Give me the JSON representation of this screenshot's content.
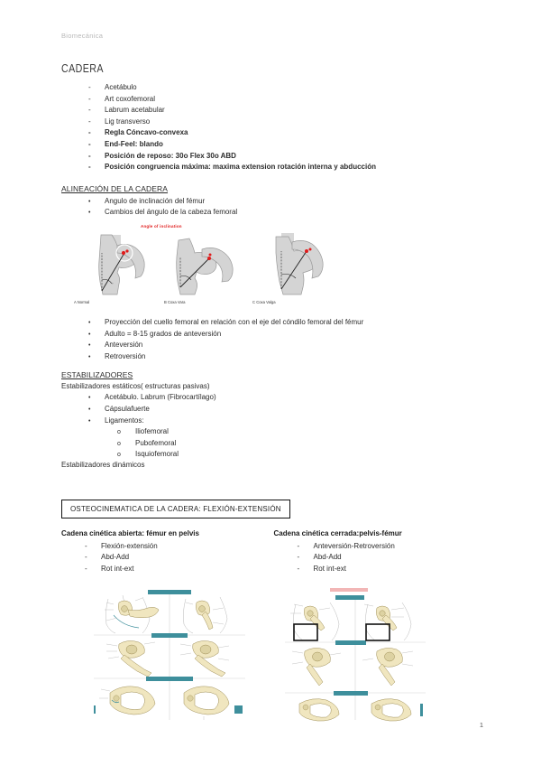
{
  "document": {
    "header": "Biomecánica",
    "page_number": "1"
  },
  "sections": {
    "cadera": {
      "title": "CADERA",
      "items": [
        {
          "marker": "-",
          "text": "Acetábulo",
          "bold": false
        },
        {
          "marker": "-",
          "text": "Art coxofemoral",
          "bold": false
        },
        {
          "marker": "-",
          "text": "Labrum acetabular",
          "bold": false
        },
        {
          "marker": "-",
          "text": "Lig transverso",
          "bold": false
        },
        {
          "marker": "-",
          "text": "Regla Cóncavo-convexa",
          "bold": true
        },
        {
          "marker": "-",
          "text": "End-Feel: blando",
          "bold": true
        },
        {
          "marker": "-",
          "text": "Posición de reposo: 30o Flex 30o ABD",
          "bold": true
        },
        {
          "marker": "-",
          "text": "Posición congruencia máxima: maxima extension rotación interna y abducción",
          "bold": true
        }
      ]
    },
    "alineacion": {
      "title": "ALINEACIÓN DE LA CADERA",
      "items": [
        {
          "marker": "•",
          "text": "Angulo de inclinación del fémur"
        },
        {
          "marker": "•",
          "text": "Cambios del ángulo de la cabeza femoral"
        }
      ],
      "figure": {
        "caption": "Angle of inclination",
        "caption_color": "#e01b1b",
        "panels": [
          {
            "label": "A Normal"
          },
          {
            "label": "B Coxa Vara"
          },
          {
            "label": "C Coxa Valga"
          }
        ]
      },
      "items_after": [
        {
          "marker": "•",
          "text": "Proyección del cuello femoral en relación con el eje del cóndilo femoral del fémur"
        },
        {
          "marker": "•",
          "text": "Adulto = 8-15 grados de anteversión"
        },
        {
          "marker": "•",
          "text": "Anteversión"
        },
        {
          "marker": "•",
          "text": "Retroversión"
        }
      ]
    },
    "estabilizadores": {
      "title": "ESTABILIZADORES",
      "subtitle": "Estabilizadores estáticos( estructuras pasivas)",
      "items": [
        {
          "marker": "•",
          "text": "Acetábulo. Labrum (Fibrocartílago)"
        },
        {
          "marker": "•",
          "text": "Cápsulafuerte"
        },
        {
          "marker": "•",
          "text": "Ligamentos:"
        }
      ],
      "ligaments": [
        {
          "marker": "o",
          "text": "Iliofemoral"
        },
        {
          "marker": "o",
          "text": "Pubofemoral"
        },
        {
          "marker": "o",
          "text": "Isquiofemoral"
        }
      ],
      "footer": "Estabilizadores dinámicos"
    },
    "osteocinematica": {
      "boxed_title": "OSTEOCINEMATICA DE LA CADERA: FLEXIÓN-EXTENSIÓN",
      "left": {
        "heading": "Cadena cinética abierta: fémur en pelvis",
        "items": [
          {
            "marker": "-",
            "text": "Flexión-extensión"
          },
          {
            "marker": "-",
            "text": "Abd-Add"
          },
          {
            "marker": "-",
            "text": "Rot int-ext"
          }
        ]
      },
      "right": {
        "heading": "Cadena cinética cerrada:pelvis-fémur",
        "items": [
          {
            "marker": "-",
            "text": "Anteversión-Retroversión"
          },
          {
            "marker": "-",
            "text": "Abd-Add"
          },
          {
            "marker": "-",
            "text": "Rot int-ext"
          }
        ]
      }
    }
  },
  "colors": {
    "bone": "#f0e6bf",
    "teal": "#3e8f9c",
    "red": "#e01b1b",
    "gray_bone": "#d4d4d4",
    "text": "#2b2b2b"
  }
}
